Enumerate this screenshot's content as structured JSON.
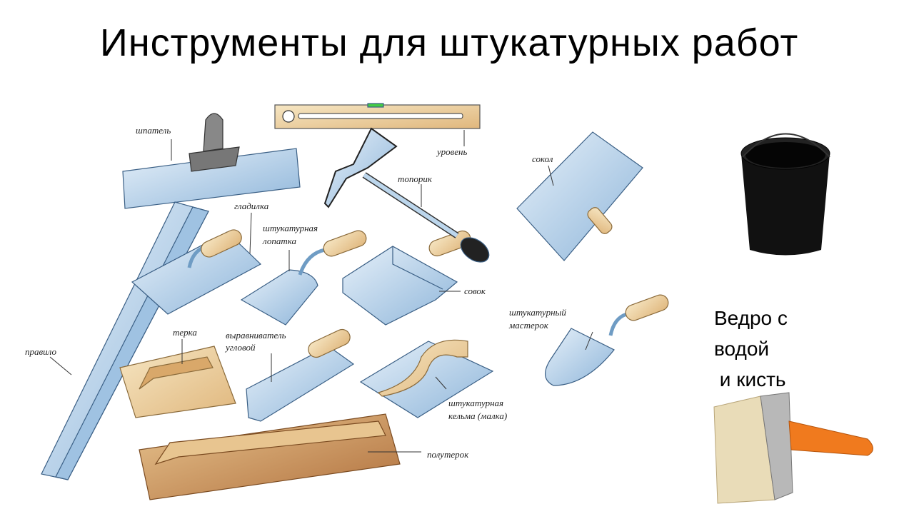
{
  "slide": {
    "title": "Инструменты для штукатурных работ",
    "side_caption": [
      "Ведро с",
      "водой",
      " и кисть"
    ]
  },
  "tools": {
    "shpatel": "шпатель",
    "uroven": "уровень",
    "toporik": "топорик",
    "sokol": "сокол",
    "gladilka": "гладилка",
    "lopatka": [
      "штукатурная",
      "лопатка"
    ],
    "sovok": "совок",
    "master": [
      "штукатурный",
      "мастерок"
    ],
    "pravilo": "правило",
    "terka": "терка",
    "vyravn": [
      "выравниватель",
      "угловой"
    ],
    "kelma": [
      "штукатурная",
      "кельма (малка)"
    ],
    "poluterok": "полутерок"
  },
  "colors": {
    "steel": "#bcd6ec",
    "steel_dark": "#6f9cc4",
    "wood": "#f3d9a6",
    "wood_dark": "#b87a45",
    "brush_handle": "#f07a1e"
  }
}
